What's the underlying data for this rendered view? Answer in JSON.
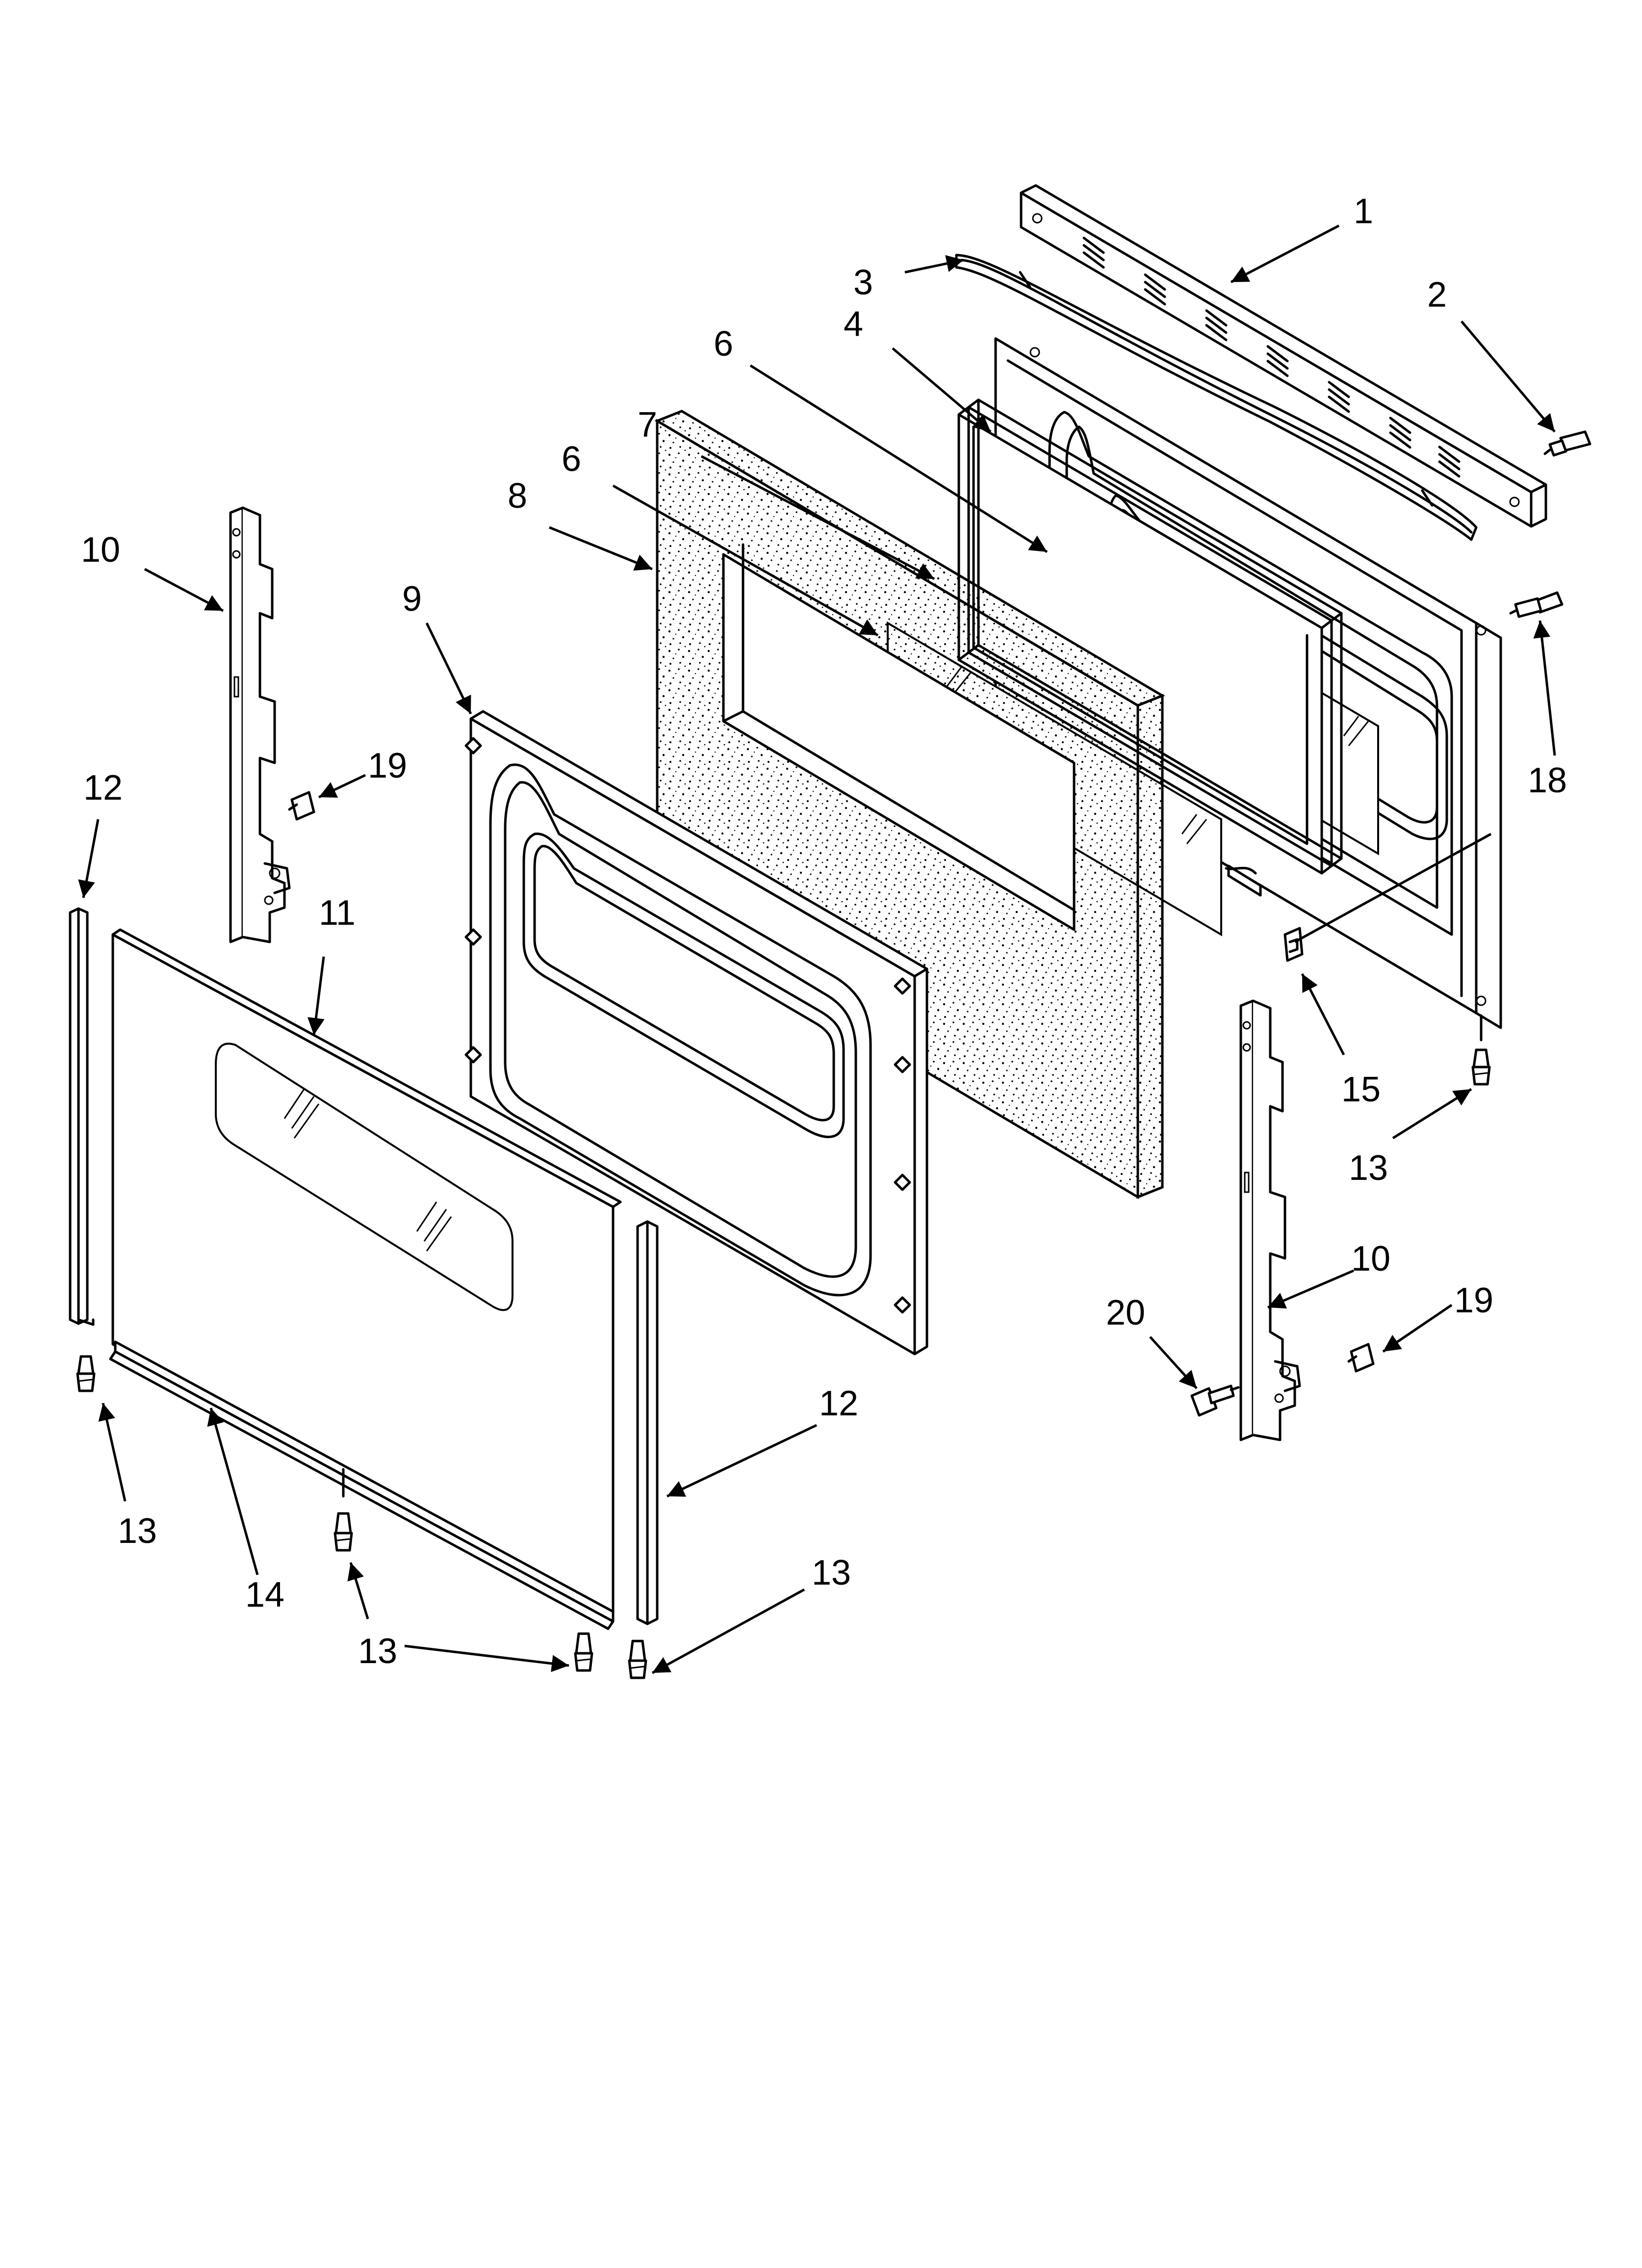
{
  "callouts": {
    "c1": "1",
    "c2": "2",
    "c3": "3",
    "c4": "4",
    "c6a": "6",
    "c7": "7",
    "c6b": "6",
    "c8": "8",
    "c9": "9",
    "c10a": "10",
    "c19a": "19",
    "c12a": "12",
    "c11": "11",
    "c18": "18",
    "c15": "15",
    "c13a": "13",
    "c10b": "10",
    "c20": "20",
    "c19b": "19",
    "c12b": "12",
    "c13b": "13",
    "c14": "14",
    "c13c": "13",
    "c13d": "13"
  }
}
